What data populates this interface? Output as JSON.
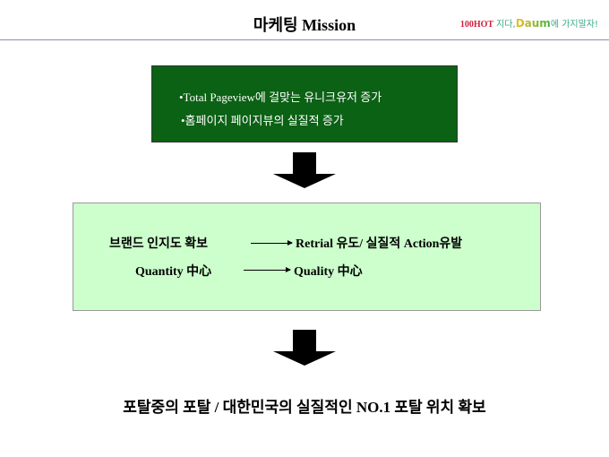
{
  "title": "마케팅 Mission",
  "slogan": {
    "brand1": "100HOT",
    "text1": "지다,",
    "brand2": "Daum",
    "text2": "에 가지말자!"
  },
  "box1": {
    "line1": "•Total Pageview에 걸맞는 유니크유저 증가",
    "line2": "•홈페이지 페이지뷰의 실질적 증가"
  },
  "box2": {
    "row1_left": "브랜드 인지도 확보",
    "row1_right": "Retrial 유도/ 실질적 Action유발",
    "row2_left": "Quantity 中心",
    "row2_right": "Quality 中心"
  },
  "bottom": "포탈중의 포탈 / 대한민국의 실질적인 NO.1 포탈 위치 확보"
}
